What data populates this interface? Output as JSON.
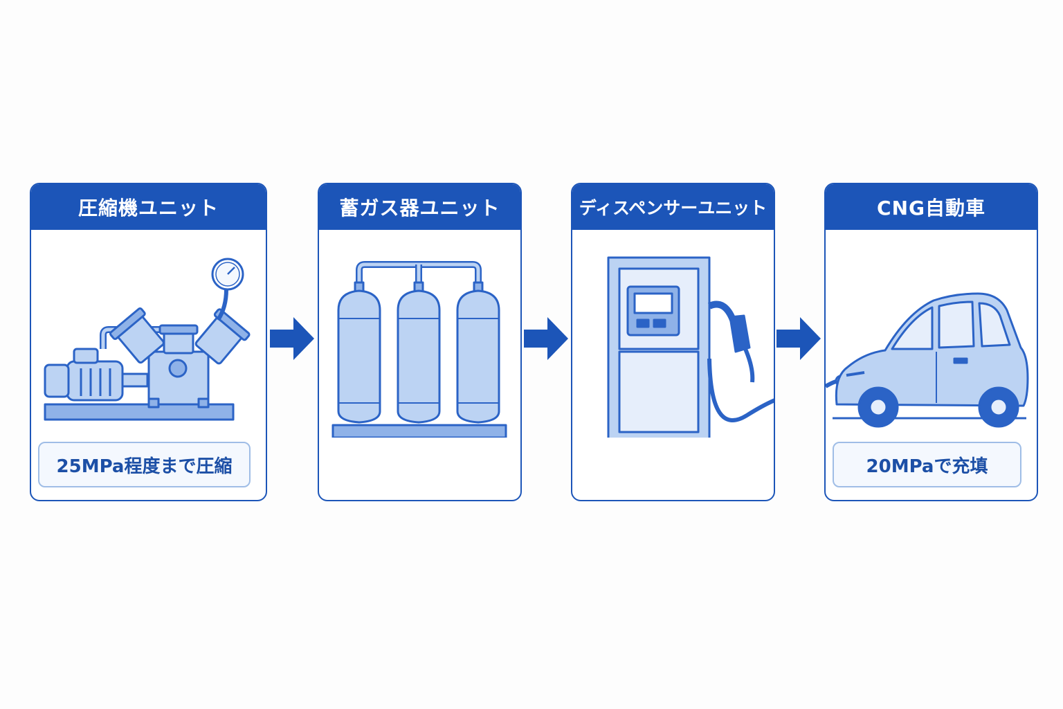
{
  "steps": [
    {
      "title": "圧縮機ユニット",
      "caption": "25MPa程度まで圧縮"
    },
    {
      "title": "蓄ガス器ユニット"
    },
    {
      "title": "ディスペンサーユニット"
    },
    {
      "title": "CNG自動車",
      "caption": "20MPaで充填"
    }
  ],
  "colors": {
    "primary": "#1c55b8",
    "fill_light": "#bcd3f3",
    "fill_mid": "#8fb2e8",
    "outline": "#2b63c6"
  },
  "icons": [
    "compressor-icon",
    "gas-storage-tanks-icon",
    "dispenser-icon",
    "car-icon",
    "arrow-right-icon"
  ]
}
